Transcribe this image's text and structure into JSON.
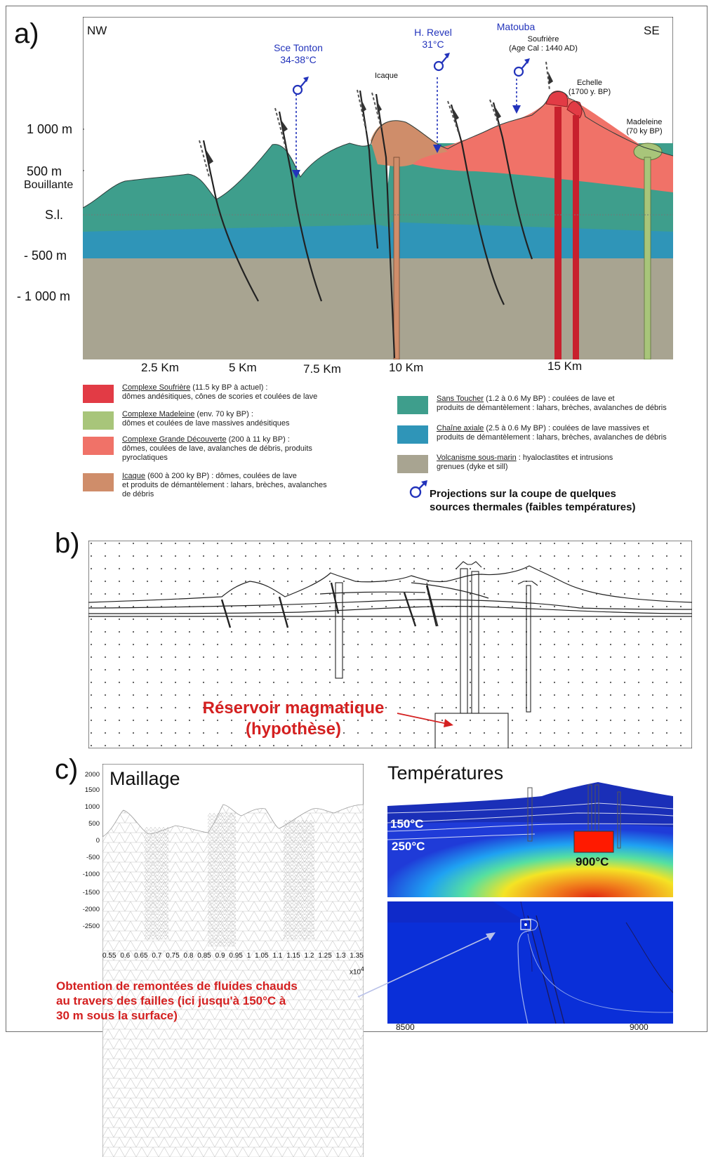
{
  "panel_a": {
    "letter": "a)",
    "dir_left": "NW",
    "dir_right": "SE",
    "y_labels": [
      "1 000 m",
      "500 m",
      "S.l.",
      "- 500 m",
      "- 1 000 m"
    ],
    "place_bouillante": "Bouillante",
    "x_labels": [
      "2.5 Km",
      "5 Km",
      "7.5 Km",
      "10 Km",
      "15 Km"
    ],
    "springs": [
      {
        "name": "Sce Tonton",
        "temp": "34-38°C"
      },
      {
        "name": "H. Revel",
        "temp": "31°C"
      },
      {
        "name": "Matouba",
        "temp": ""
      }
    ],
    "icaque": "Icaque",
    "soufriere": "Soufrière",
    "soufriere_age": "(Age Cal : 1440 AD)",
    "echelle": "Echelle",
    "echelle_age": "(1700 y. BP)",
    "madeleine": "Madeleine",
    "madeleine_age": "(70 ky BP)",
    "legend": [
      {
        "name": "Complexe Soufrière",
        "rest": " (11.5 ky BP à actuel) :",
        "desc": "dômes andésitiques, cônes de scories et coulées de lave",
        "color": "#e23b45"
      },
      {
        "name": "Complexe Madeleine",
        "rest": " (env. 70 ky BP) :",
        "desc": "dômes et coulées de lave massives andésitiques",
        "color": "#a8c57a"
      },
      {
        "name": "Complexe Grande Découverte",
        "rest": " (200 à 11 ky BP) :",
        "desc": "dômes, coulées de lave, avalanches de débris, produits pyroclatiques",
        "color": "#f07268"
      },
      {
        "name": "Icaque",
        "rest": " (600 à 200 ky BP) : dômes, coulées de lave",
        "desc": "et produits de démantèlement : lahars, brèches, avalanches de débris",
        "color": "#cf8d6a"
      },
      {
        "name": "Sans Toucher",
        "rest": " (1.2 à 0.6 My BP) : coulées de lave et",
        "desc": "produits de démantèlement : lahars, brèches, avalanches de débris",
        "color": "#3e9e8c"
      },
      {
        "name": "Chaîne axiale",
        "rest": " (2.5 à 0.6 My BP) : coulées de lave massives et",
        "desc": "produits de démantèlement : lahars, brèches, avalanches de débris",
        "color": "#2f95b8"
      },
      {
        "name": "Volcanisme sous-marin",
        "rest": " : hyaloclastites et intrusions",
        "desc": "grenues (dyke et sill)",
        "color": "#a8a491"
      }
    ],
    "projection_text_1": "Projections sur la coupe de quelques",
    "projection_text_2": "sources thermales (faibles températures)"
  },
  "panel_b": {
    "letter": "b)",
    "reservoir_1": "Réservoir magmatique",
    "reservoir_2": "(hypothèse)"
  },
  "panel_c": {
    "letter": "c)",
    "mesh_title": "Maillage",
    "temp_title": "Températures",
    "y_ticks": [
      "2000",
      "1500",
      "1000",
      "500",
      "0",
      "-500",
      "-1000",
      "-1500",
      "-2000",
      "-2500"
    ],
    "x_ticks": [
      "0.55",
      "0.6",
      "0.65",
      "0.7",
      "0.75",
      "0.8",
      "0.85",
      "0.9",
      "0.95",
      "1",
      "1.05",
      "1.1",
      "1.15",
      "1.2",
      "1.25",
      "1.3",
      "1.35"
    ],
    "x_multiplier": "x10",
    "x_multiplier_exp": "4",
    "iso_150": "150°C",
    "iso_250": "250°C",
    "iso_900": "900°C",
    "zoom_x_left": "8500",
    "zoom_x_right": "9000",
    "caption_1": "Obtention de remontées de fluides chauds",
    "caption_2": "au travers des failles (ici jusqu'à 150°C à",
    "caption_3": "30 m sous la surface)"
  }
}
